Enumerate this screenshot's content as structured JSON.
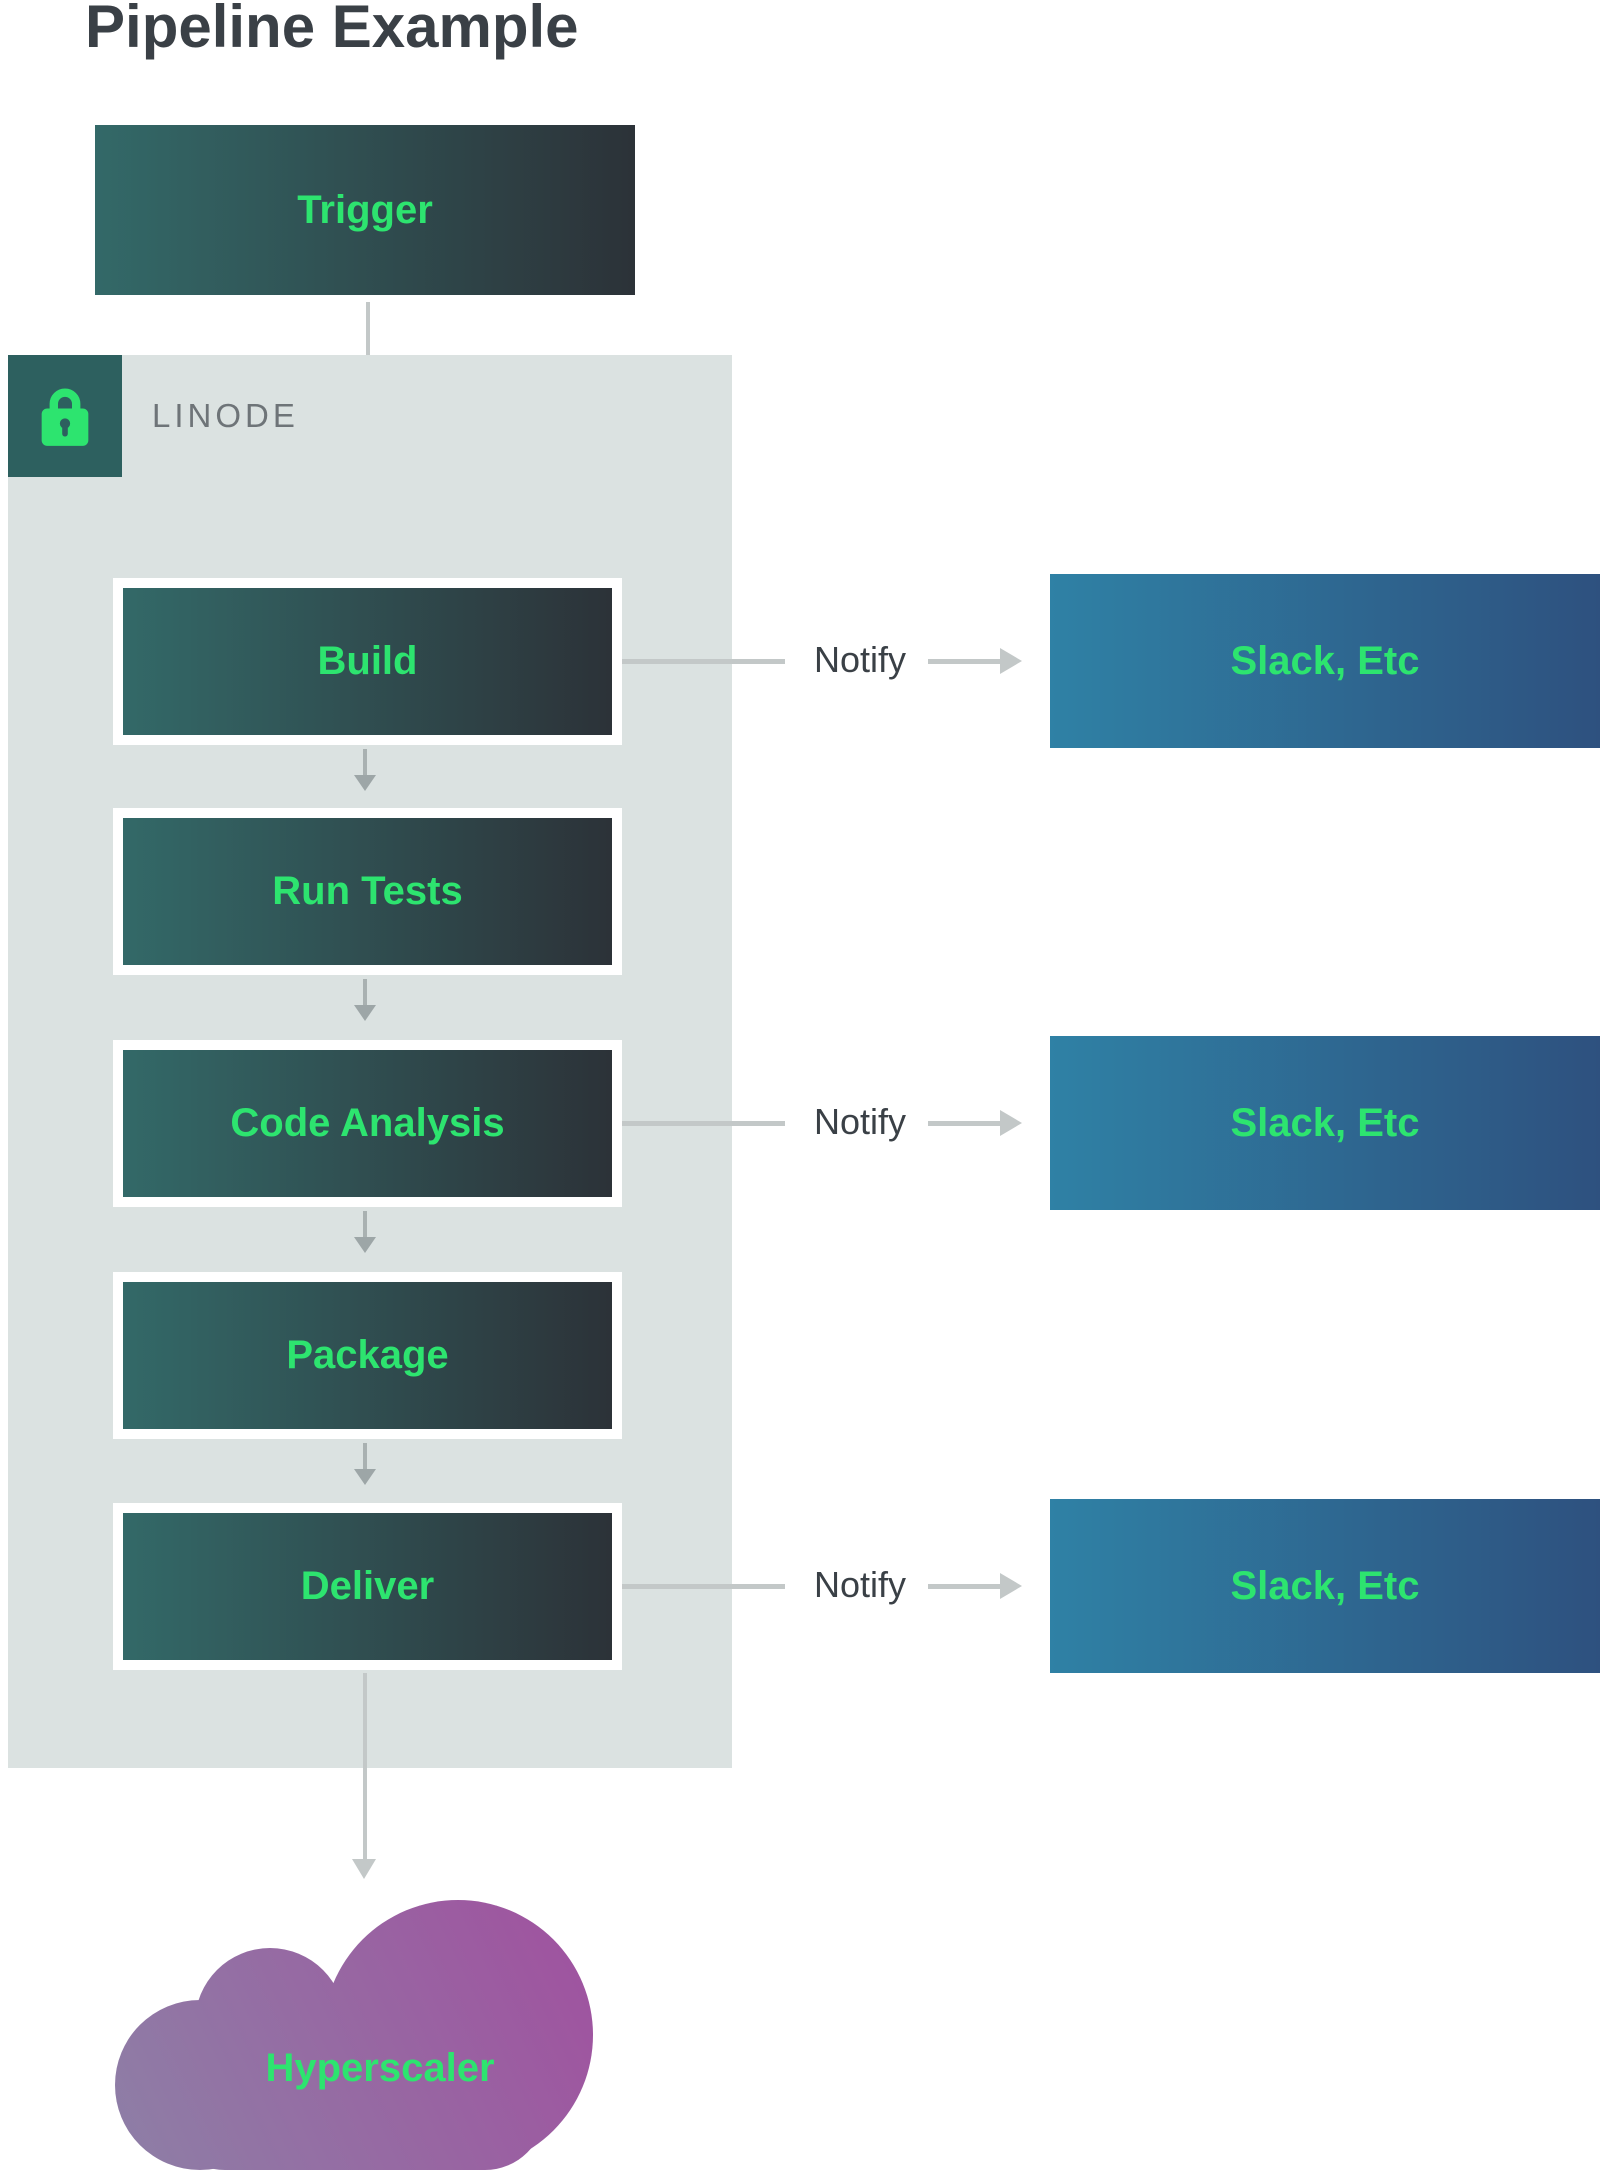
{
  "title": "Pipeline Example",
  "trigger": {
    "label": "Trigger"
  },
  "linode_zone": {
    "label": "LINODE"
  },
  "pipeline": {
    "steps": [
      {
        "label": "Build"
      },
      {
        "label": "Run Tests"
      },
      {
        "label": "Code Analysis"
      },
      {
        "label": "Package"
      },
      {
        "label": "Deliver"
      }
    ]
  },
  "notify_rows": [
    {
      "label": "Notify",
      "target": "Slack, Etc"
    },
    {
      "label": "Notify",
      "target": "Slack, Etc"
    },
    {
      "label": "Notify",
      "target": "Slack, Etc"
    }
  ],
  "cloud": {
    "label": "Hyperscaler"
  },
  "colors": {
    "accent_green": "#2de46f",
    "step_gradient_start": "#336968",
    "step_gradient_end": "#2c3238",
    "slack_gradient_start": "#2f81a5",
    "slack_gradient_end": "#2e517f",
    "cloud_gradient_start": "#8d80a6",
    "cloud_gradient_end": "#a14f9f",
    "zone_background": "#dbe2e1",
    "lock_badge_background": "#2d605f",
    "title_text": "#3a4046",
    "zone_label_text": "#6e7478",
    "arrow_gray": "#c3c8c8"
  }
}
